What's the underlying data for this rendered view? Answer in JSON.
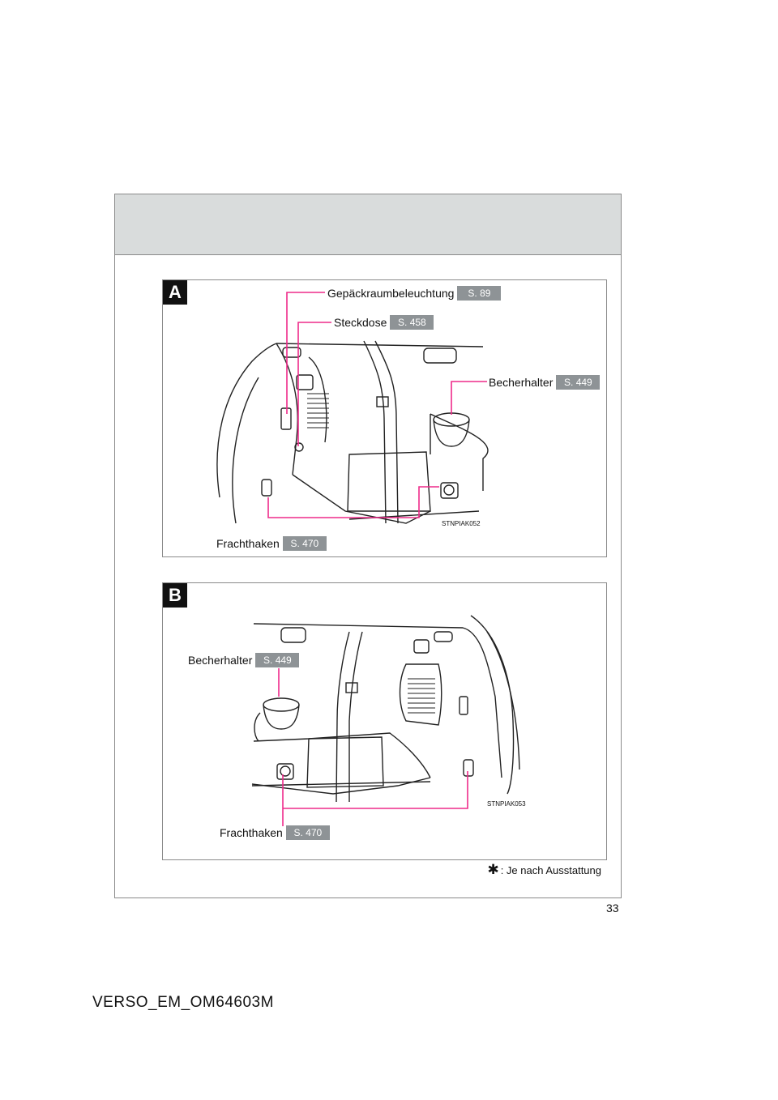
{
  "panel_a": {
    "tag": "A",
    "callouts": [
      {
        "label": "Gepäckraumbeleuchtung",
        "ref": "S. 89"
      },
      {
        "label": "Steckdose",
        "ref": "S. 458"
      },
      {
        "label": "Becherhalter",
        "ref": "S. 449"
      },
      {
        "label": "Frachthaken",
        "ref": "S. 470"
      }
    ],
    "image_code": "STNPIAK052"
  },
  "panel_b": {
    "tag": "B",
    "callouts": [
      {
        "label": "Becherhalter",
        "ref": "S. 449"
      },
      {
        "label": "Frachthaken",
        "ref": "S. 470"
      }
    ],
    "image_code": "STNPIAK053"
  },
  "footnote": {
    "symbol": "✱",
    "text": ": Je nach Ausstattung"
  },
  "page_number": "33",
  "document_id": "VERSO_EM_OM64603M",
  "colors": {
    "callout_line": "#ee2b8a",
    "badge": "#8e9396",
    "header_band": "#d9dcdc"
  }
}
